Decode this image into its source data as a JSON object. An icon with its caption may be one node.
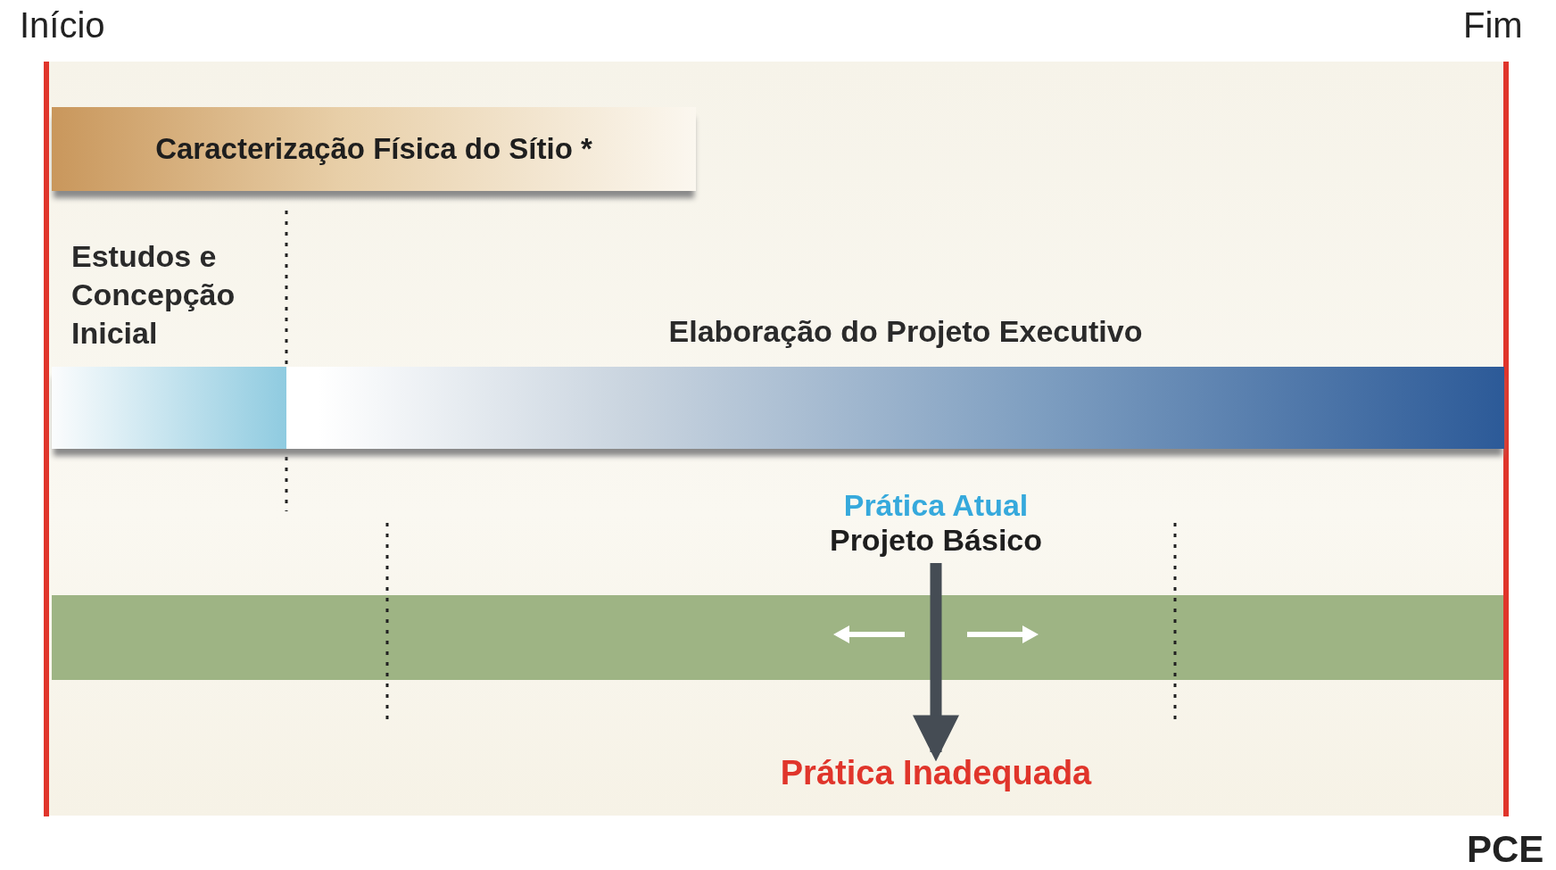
{
  "diagram": {
    "nodes": [
      {
        "text": [
          "Caracterização Física do Sítio *"
        ]
      },
      {
        "text": [
          "Estudos e Concepção Inicial"
        ]
      },
      {
        "text": [
          "Elaboração do Projeto Executivo"
        ]
      },
      {
        "text": [
          "Prática Atual",
          "Projeto Básico"
        ]
      },
      {
        "text": [
          "Prática Inadequada"
        ]
      }
    ],
    "edges": [
      {
        "from": 3,
        "to": 4,
        "arrow": "to"
      }
    ],
    "labels": [
      "Início",
      "Fim",
      "PCE"
    ]
  }
}
